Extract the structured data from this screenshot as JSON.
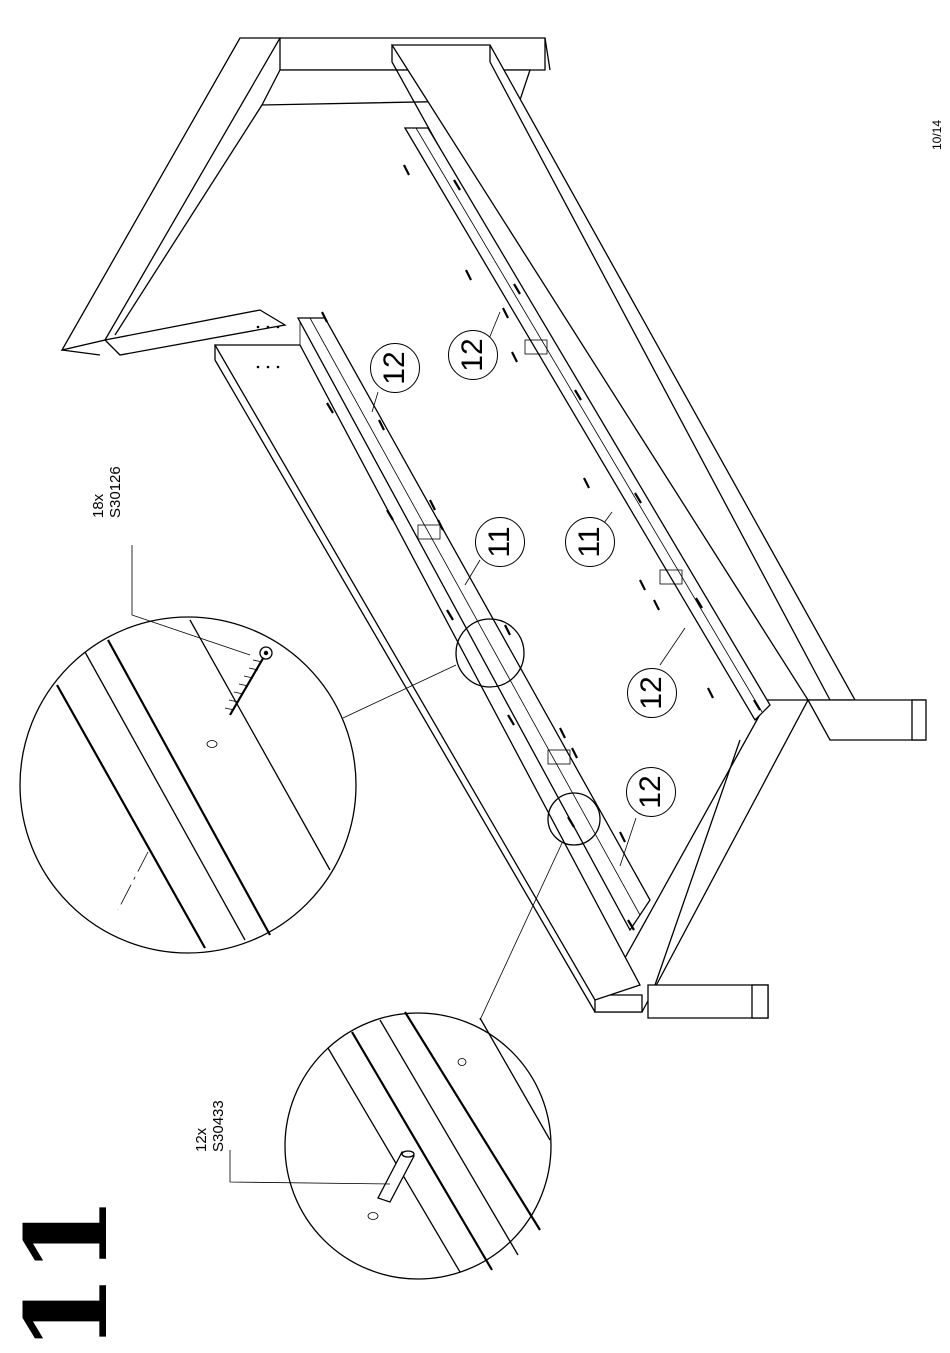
{
  "step": {
    "number": "11"
  },
  "page": {
    "number": "10/14"
  },
  "hardware": [
    {
      "quantity": "18x",
      "code": "S30126",
      "name": "wood-screw"
    },
    {
      "quantity": "12x",
      "code": "S30433",
      "name": "wooden-dowel"
    }
  ],
  "part_callouts": [
    "12",
    "12",
    "11",
    "11",
    "12",
    "12"
  ]
}
